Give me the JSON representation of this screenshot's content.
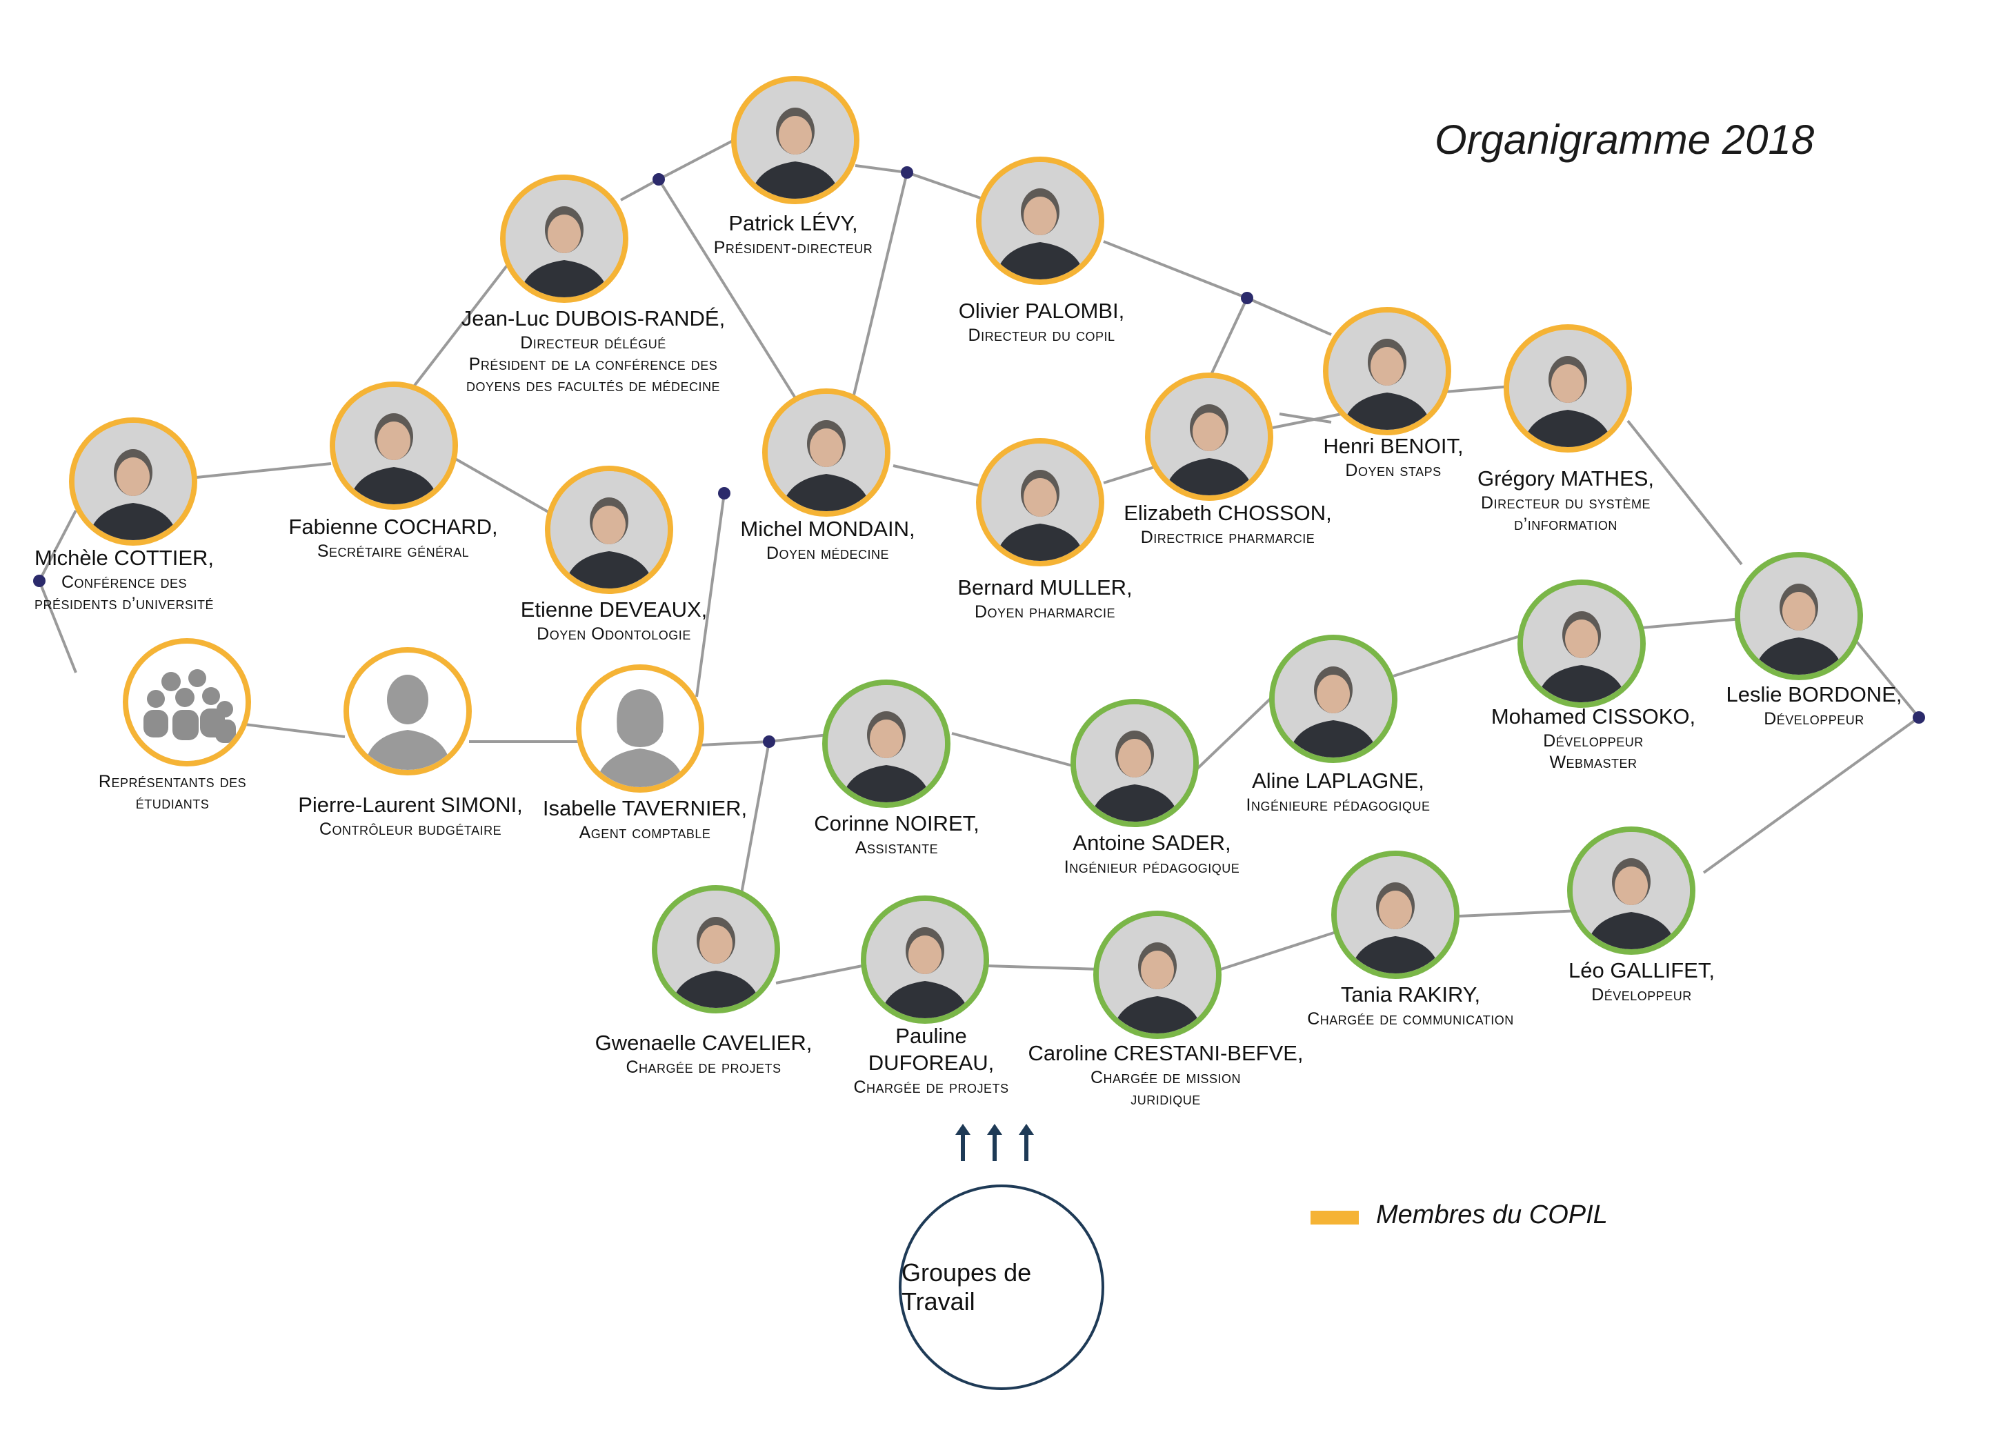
{
  "title": "Organigramme 2018",
  "legend": {
    "label": "Membres du COPIL",
    "color": "#f5b335"
  },
  "colors": {
    "copil_border": "#f5b335",
    "team_border": "#7ab648",
    "link": "#9a9a9a",
    "junction": "#2b2a6b",
    "groups_border": "#1e3a56"
  },
  "groups_label": "Groupes de Travail",
  "people": [
    {
      "id": "cottier",
      "name": "Michèle COTTIER,",
      "role": [
        "Conférence des",
        "présidents d’université"
      ],
      "group": "copil",
      "icon": "person-photo"
    },
    {
      "id": "etudiants",
      "name": "",
      "role": [
        "Représentants des",
        "étudiants"
      ],
      "group": "copil",
      "icon": "group-silhouette-icon"
    },
    {
      "id": "cochard",
      "name": "Fabienne COCHARD,",
      "role": [
        "Secrétaire général"
      ],
      "group": "copil",
      "icon": "person-photo"
    },
    {
      "id": "simoni",
      "name": "Pierre-Laurent SIMONI,",
      "role": [
        "Contrôleur budgétaire"
      ],
      "group": "copil",
      "icon": "male-silhouette-icon"
    },
    {
      "id": "dubois",
      "name": "Jean-Luc DUBOIS-RANDÉ,",
      "role": [
        "Directeur délégué",
        "Président de la conférence des",
        "doyens des facultés de médecine"
      ],
      "group": "copil",
      "icon": "person-photo"
    },
    {
      "id": "deveaux",
      "name": "Etienne DEVEAUX,",
      "role": [
        "Doyen Odontologie"
      ],
      "group": "copil",
      "icon": "person-photo"
    },
    {
      "id": "tavernier",
      "name": "Isabelle TAVERNIER,",
      "role": [
        "Agent comptable"
      ],
      "group": "copil",
      "icon": "female-silhouette-icon"
    },
    {
      "id": "levy",
      "name": "Patrick LÉVY,",
      "role": [
        "Président-directeur"
      ],
      "group": "copil",
      "icon": "person-photo"
    },
    {
      "id": "mondain",
      "name": "Michel MONDAIN,",
      "role": [
        "Doyen médecine"
      ],
      "group": "copil",
      "icon": "person-photo"
    },
    {
      "id": "palombi",
      "name": "Olivier PALOMBI,",
      "role": [
        "Directeur du copil"
      ],
      "group": "copil",
      "icon": "person-photo"
    },
    {
      "id": "muller",
      "name": "Bernard MULLER,",
      "role": [
        "Doyen pharmarcie"
      ],
      "group": "copil",
      "icon": "person-photo"
    },
    {
      "id": "chosson",
      "name": "Elizabeth CHOSSON,",
      "role": [
        "Directrice pharmarcie"
      ],
      "group": "copil",
      "icon": "person-photo"
    },
    {
      "id": "benoit",
      "name": "Henri BENOIT,",
      "role": [
        "Doyen staps"
      ],
      "group": "copil",
      "icon": "person-photo"
    },
    {
      "id": "mathes",
      "name": "Grégory MATHES,",
      "role": [
        "Directeur du système",
        "d’information"
      ],
      "group": "copil",
      "icon": "person-photo"
    },
    {
      "id": "bordone",
      "name": "Leslie BORDONE,",
      "role": [
        "Développeur"
      ],
      "group": "team",
      "icon": "person-photo"
    },
    {
      "id": "cissoko",
      "name": "Mohamed CISSOKO,",
      "role": [
        "Développeur",
        "Webmaster"
      ],
      "group": "team",
      "icon": "person-photo"
    },
    {
      "id": "laplagne",
      "name": "Aline LAPLAGNE,",
      "role": [
        "Ingénieure pédagogique"
      ],
      "group": "team",
      "icon": "person-photo"
    },
    {
      "id": "sader",
      "name": "Antoine SADER,",
      "role": [
        "Ingénieur pédagogique"
      ],
      "group": "team",
      "icon": "person-photo"
    },
    {
      "id": "noiret",
      "name": "Corinne NOIRET,",
      "role": [
        "Assistante"
      ],
      "group": "team",
      "icon": "person-photo"
    },
    {
      "id": "cavelier",
      "name": "Gwenaelle CAVELIER,",
      "role": [
        "Chargée de projets"
      ],
      "group": "team",
      "icon": "person-photo"
    },
    {
      "id": "duforeau",
      "name": "Pauline",
      "name2": "DUFOREAU,",
      "role": [
        "Chargée de projets"
      ],
      "group": "team",
      "icon": "person-photo"
    },
    {
      "id": "crestani",
      "name": "Caroline CRESTANI-BEFVE,",
      "role": [
        "Chargée de mission",
        "juridique"
      ],
      "group": "team",
      "icon": "person-photo"
    },
    {
      "id": "rakiry",
      "name": "Tania RAKIRY,",
      "role": [
        "Chargée de communication"
      ],
      "group": "team",
      "icon": "person-photo"
    },
    {
      "id": "gallifet",
      "name": "Léo GALLIFET,",
      "role": [
        "Développeur"
      ],
      "group": "team",
      "icon": "person-photo"
    }
  ]
}
